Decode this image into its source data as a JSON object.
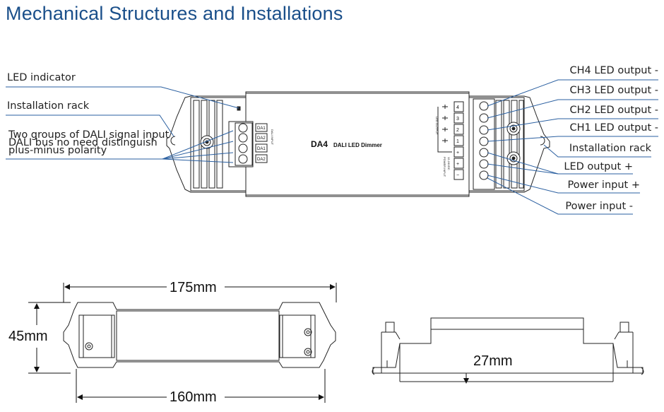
{
  "title": "Mechanical Structures and Installations",
  "left_labels": {
    "led_indicator": "LED indicator",
    "installation_rack": "Installation rack",
    "dali_line1": "Two groups of DALI signal input",
    "dali_line2": "DALI bus no need distinguish",
    "dali_line3": "plus-minus polarity"
  },
  "right_labels": {
    "ch4": "CH4 LED output -",
    "ch3": "CH3 LED output -",
    "ch2": "CH2 LED output -",
    "ch1": "CH1 LED output -",
    "installation_rack": "Installation rack",
    "led_output_plus": "LED output +",
    "power_input_plus": "Power input +",
    "power_input_minus": "Power input -"
  },
  "device": {
    "model": "DA4",
    "name": "DALI LED Dimmer",
    "dali_terminals": [
      "DA1",
      "DA2",
      "DA1",
      "DA2"
    ],
    "dali_caption": "DALI INPUT",
    "output_terminals": [
      "4",
      "3",
      "2",
      "1",
      "+",
      "+",
      "−"
    ],
    "led_output_caption": "LED OUTPUT",
    "power_caption_line1": "POWER INPUT",
    "power_caption_line2": "12-24VDC"
  },
  "dimensions": {
    "length_overall": "175mm",
    "length_body": "160mm",
    "width": "45mm",
    "height": "27mm"
  }
}
